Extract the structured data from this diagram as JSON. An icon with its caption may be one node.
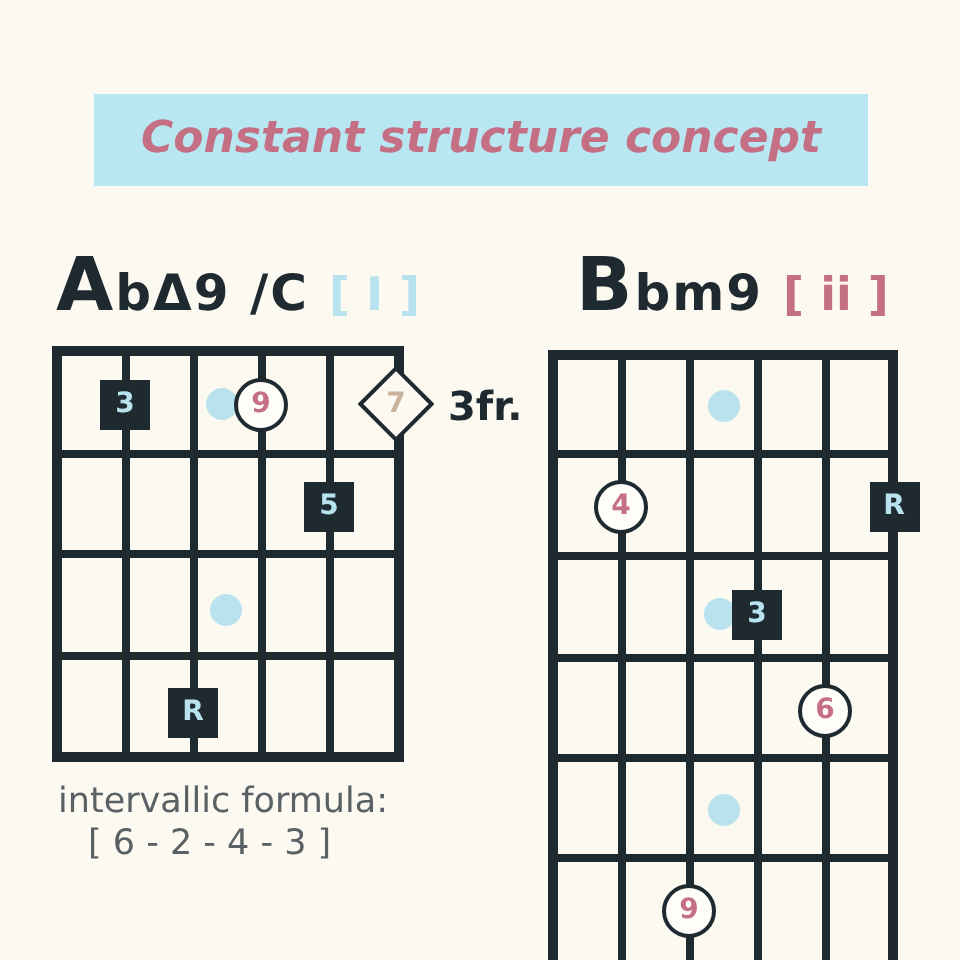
{
  "diagram": {
    "title": "Constant structure concept",
    "nodes": [
      {
        "text": [
          "AbΔ9 /C",
          "[ I ]"
        ]
      },
      {
        "text": [
          "3"
        ],
        "in": 0
      },
      {
        "text": [],
        "shape": "circle",
        "in": 0
      },
      {
        "text": [
          "9"
        ],
        "in": 0
      },
      {
        "text": [
          "7"
        ]
      },
      {
        "text": [
          "5"
        ],
        "in": 0
      },
      {
        "text": [],
        "shape": "circle",
        "in": 0
      },
      {
        "text": [
          "R"
        ],
        "in": 0
      },
      {
        "text": [
          "Bbm9",
          "[ ii ]"
        ]
      },
      {
        "text": [],
        "shape": "circle",
        "in": 8
      },
      {
        "text": [
          "4"
        ],
        "in": 8
      },
      {
        "text": [
          "R"
        ]
      },
      {
        "text": [],
        "shape": "circle",
        "in": 8
      },
      {
        "text": [
          "3"
        ],
        "in": 8
      },
      {
        "text": [
          "6"
        ],
        "in": 8
      },
      {
        "text": [],
        "shape": "circle",
        "in": 8
      },
      {
        "text": [
          "9"
        ],
        "in": 8
      }
    ],
    "labels": [
      "3fr.",
      "intervallic formula:",
      "[ 6 - 2 - 4 - 3 ]"
    ]
  }
}
